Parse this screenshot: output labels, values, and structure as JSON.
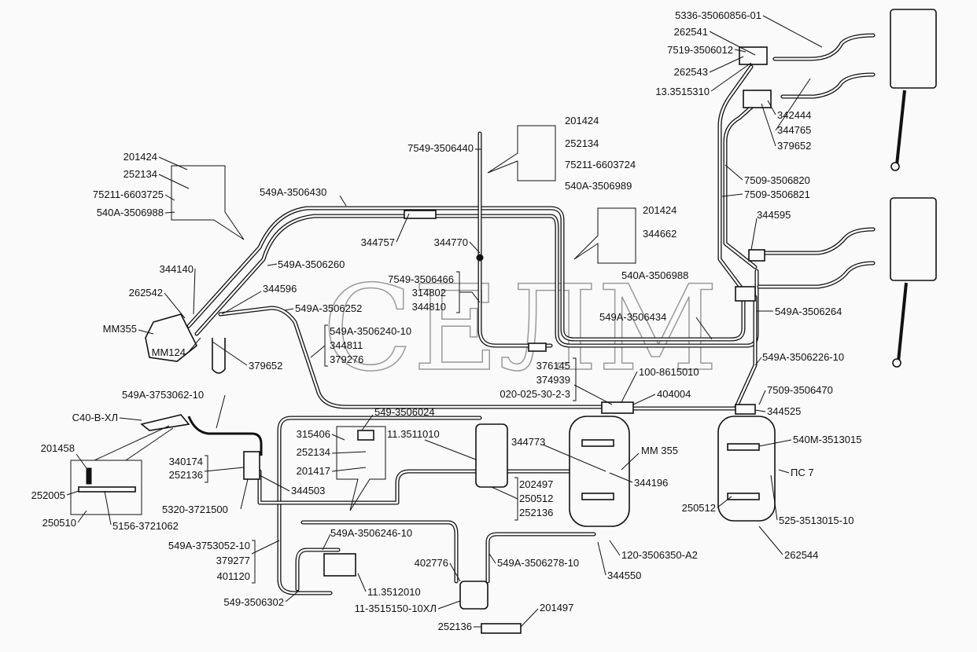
{
  "watermark": "СЕЛМ",
  "labels": {
    "l5336": "5336-35060856-01",
    "l262541": "262541",
    "l7519": "7519-3506012",
    "l262543": "262543",
    "l13351": "13.3515310",
    "l342444": "342444",
    "l344765": "344765",
    "l379652a": "379652",
    "l201424a": "201424",
    "l252134a": "252134",
    "l75211_24": "75211-6603724",
    "l540A_89": "540A-3506989",
    "l7549_440": "7549-3506440",
    "l7509_820": "7509-3506820",
    "l7509_821": "7509-3506821",
    "l201424b": "201424",
    "l252134b": "252134",
    "l75211_25": "75211-6603725",
    "l540A_88a": "540A-3506988",
    "l549A_430": "549A-3506430",
    "l201424c": "201424",
    "l344662": "344662",
    "l344595": "344595",
    "l344757": "344757",
    "l344770": "344770",
    "l549A_260": "549A-3506260",
    "l540A_88b": "540A-3506988",
    "l344140": "344140",
    "l344596": "344596",
    "g7549_466": [
      "7549-3506466",
      "314802",
      "344810"
    ],
    "l262542": "262542",
    "l549A_252": "549A-3506252",
    "l549A_434": "549A-3506434",
    "l549A_264": "549A-3506264",
    "lMM355a": "MM355",
    "g549A_240": [
      "549A-3506240-10",
      "344811",
      "379276"
    ],
    "lMM124": "MM124",
    "l379652b": "379652",
    "l549A_226": "549A-3506226-10",
    "g376145": [
      "376145",
      "374939",
      "020-025-30-2-3"
    ],
    "l100_8615": "100-8615010",
    "l404004": "404004",
    "l7509_470": "7509-3506470",
    "l344525": "344525",
    "l549A_3753062": "549A-3753062-10",
    "l549_024": "549-3506024",
    "lC40": "С40-В-ХЛ",
    "l315406": "315406",
    "l11_3511010": "11.3511010",
    "l540M": "540M-3513015",
    "l344773": "344773",
    "lMM355b": "MM 355",
    "l252134c": "252134",
    "l201458": "201458",
    "g340174": [
      "340174",
      "252136"
    ],
    "l201417": "201417",
    "lPS7": "ПС 7",
    "l344503": "344503",
    "l344196": "344196",
    "g202497": [
      "202497",
      "250512",
      "252136"
    ],
    "l252005": "252005",
    "l250510": "250510",
    "l5156": "5156-3721062",
    "l5320": "5320-3721500",
    "l250512": "250512",
    "l525": "525-3513015-10",
    "l549A_246": "549A-3506246-10",
    "g549A_3753052": [
      "549A-3753052-10",
      "379277",
      "401120"
    ],
    "l549A_278": "549A-3506278-10",
    "l120": "120-3506350-A2",
    "l402776": "402776",
    "l262544": "262544",
    "l344550": "344550",
    "l11_3512010": "11.3512010",
    "l549_302": "549-3506302",
    "l11_3515150": "11-3515150-10ХЛ",
    "l201497": "201497",
    "l252136": "252136"
  }
}
